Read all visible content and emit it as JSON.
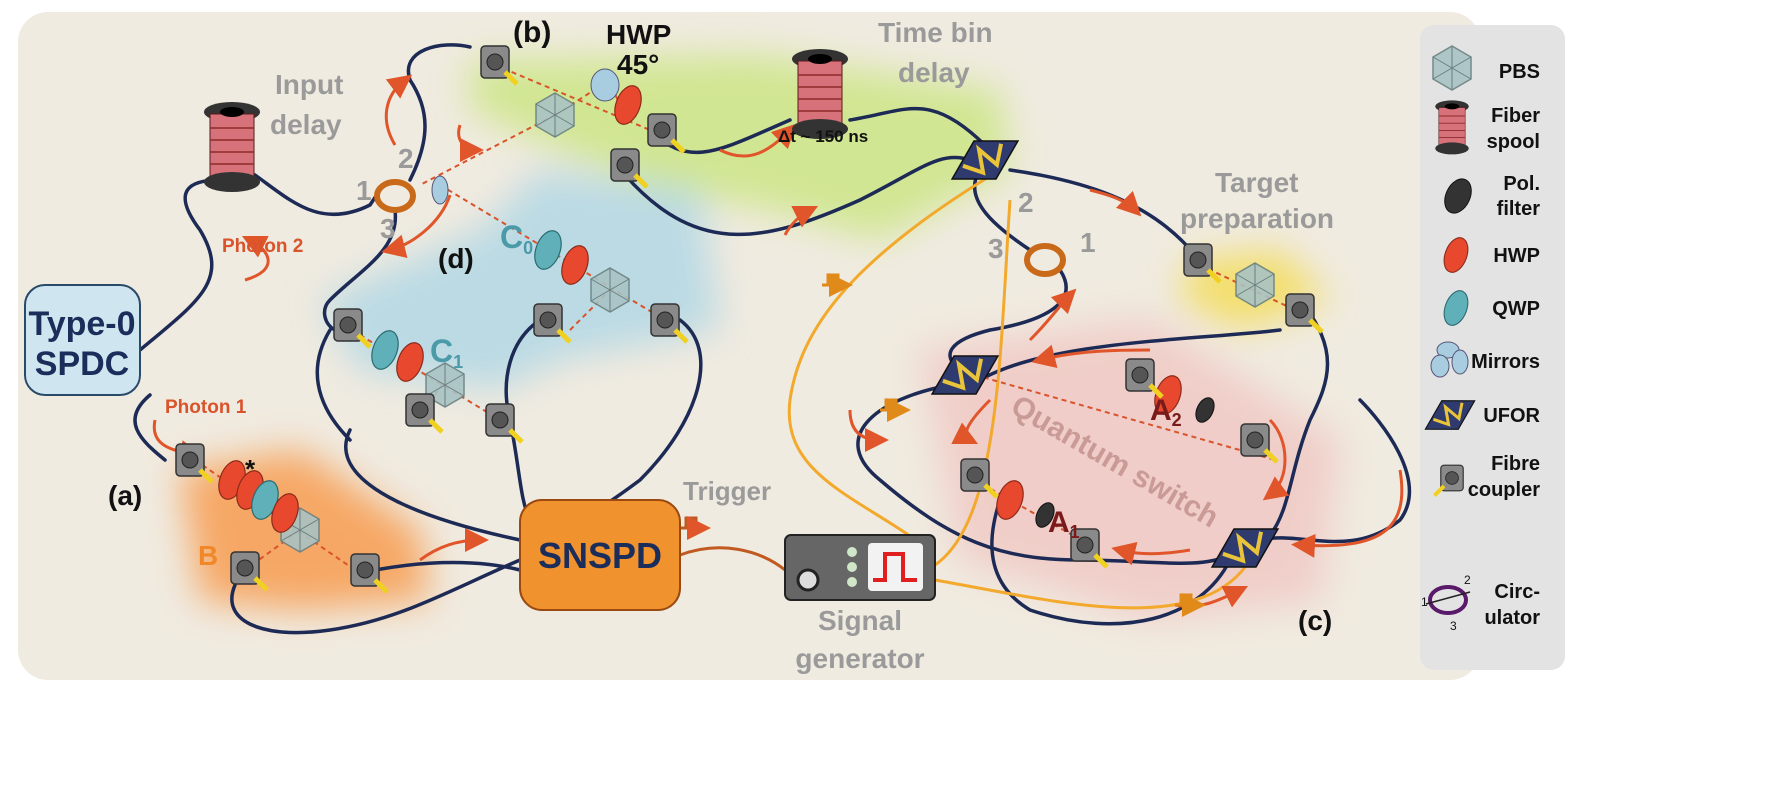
{
  "labels": {
    "panel_a": "(a)",
    "panel_b": "(b)",
    "panel_c": "(c)",
    "panel_d": "(d)",
    "source": [
      "Type-0",
      "SPDC"
    ],
    "photon1": "Photon 1",
    "photon2": "Photon 2",
    "input_delay": [
      "Input",
      "delay"
    ],
    "hwp45": [
      "HWP",
      "45°"
    ],
    "time_bin_delay": [
      "Time bin",
      "delay"
    ],
    "delta_t": "Δt ~ 150 ns",
    "circulator_d_ports": [
      "1",
      "2",
      "3"
    ],
    "circulator_c_ports": [
      "1",
      "2",
      "3"
    ],
    "asterisk": "*",
    "B": "B",
    "C0": "C",
    "C0_sub": "0",
    "C1": "C",
    "C1_sub": "1",
    "detector": "SNSPD",
    "trigger": "Trigger",
    "signal_generator": [
      "Signal",
      "generator"
    ],
    "quantum_switch": "Quantum switch",
    "A1": "A",
    "A1_sub": "1",
    "A2": "A",
    "A2_sub": "2",
    "target_preparation": [
      "Target",
      "preparation"
    ]
  },
  "legend": {
    "items": [
      {
        "icon": "pbs-icon",
        "label": [
          "PBS"
        ]
      },
      {
        "icon": "fiber-spool-icon",
        "label": [
          "Fiber",
          "spool"
        ]
      },
      {
        "icon": "polarization-filter-icon",
        "label": [
          "Pol.",
          "filter"
        ]
      },
      {
        "icon": "hwp-icon",
        "label": [
          "HWP"
        ]
      },
      {
        "icon": "qwp-icon",
        "label": [
          "QWP"
        ]
      },
      {
        "icon": "mirrors-icon",
        "label": [
          "Mirrors"
        ]
      },
      {
        "icon": "ufor-icon",
        "label": [
          "UFOR"
        ]
      },
      {
        "icon": "fibre-coupler-icon",
        "label": [
          "Fibre",
          "coupler"
        ]
      },
      {
        "icon": "circulator-icon",
        "label": [
          "Circ-",
          "ulator"
        ],
        "ports": [
          "1",
          "2",
          "3"
        ]
      }
    ]
  },
  "colors": {
    "background": "#f0ebe0",
    "legend_panel": "#e3e3e3",
    "fiber": "#1c2a55",
    "photon_arrow": "#e0552a",
    "hwp": "#e8492e",
    "qwp": "#5fb0b8",
    "ufor": "#2f3a6e",
    "ufor_mark": "#e9c43a",
    "snspd": "#f0922e",
    "spdc_box": "#cfe5f0",
    "region_b": "#cde58a",
    "region_d": "#b5d8e4",
    "region_a": "#f6a765",
    "region_c": "#f0cdc8",
    "region_target": "#f3de6a"
  }
}
